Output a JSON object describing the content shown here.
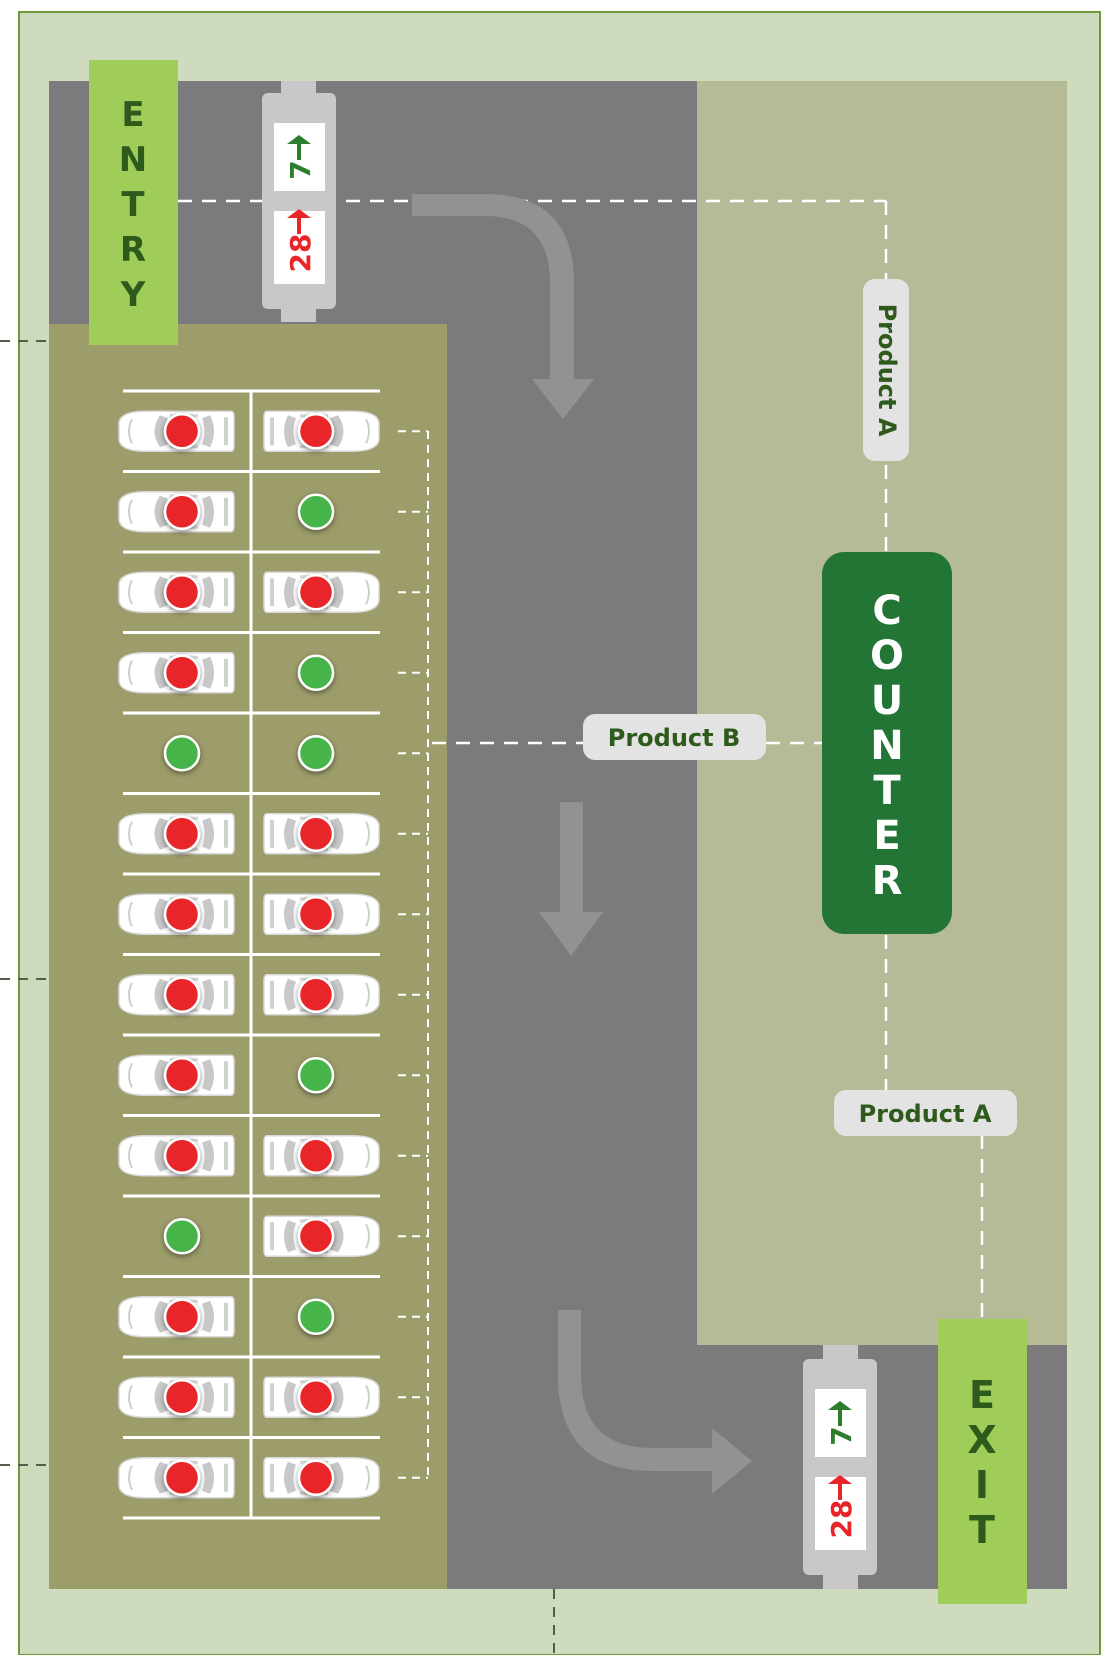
{
  "entry": {
    "label": "ENTRY"
  },
  "exit": {
    "label": "EXIT"
  },
  "counter": {
    "label": "COUNTER"
  },
  "product_labels": {
    "top_right": "Product A",
    "bottom_right": "Product A",
    "middle": "Product B"
  },
  "entry_display": {
    "available": "7",
    "occupied": "28"
  },
  "exit_display": {
    "available": "7",
    "occupied": "28"
  },
  "legend_colors": {
    "occupied": "#e8262a",
    "available": "#46b449",
    "counter": "#237536",
    "entry_exit": "#a0cc59"
  },
  "parking": {
    "columns": 2,
    "rows": [
      [
        "occupied",
        "occupied"
      ],
      [
        "occupied",
        "available"
      ],
      [
        "occupied",
        "occupied"
      ],
      [
        "occupied",
        "available"
      ],
      [
        "available",
        "available"
      ],
      [
        "occupied",
        "occupied"
      ],
      [
        "occupied",
        "occupied"
      ],
      [
        "occupied",
        "occupied"
      ],
      [
        "occupied",
        "available"
      ],
      [
        "occupied",
        "occupied"
      ],
      [
        "available",
        "occupied"
      ],
      [
        "occupied",
        "available"
      ],
      [
        "occupied",
        "occupied"
      ],
      [
        "occupied",
        "occupied"
      ]
    ]
  }
}
